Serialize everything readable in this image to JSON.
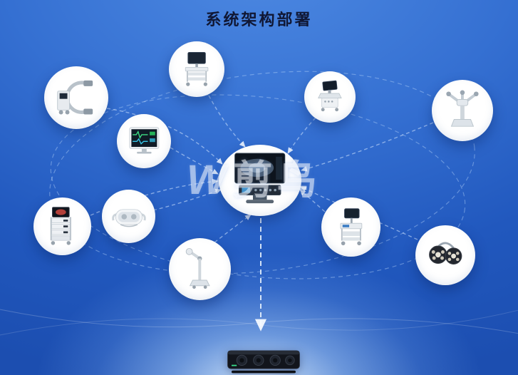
{
  "title": "系统架构部署",
  "watermark": {
    "logo": "W",
    "text": "剪鸟"
  },
  "colors": {
    "background_top": "#4d89e2",
    "background_mid": "#3570d2",
    "background_deep": "#1c4eb0",
    "bottom_glow": "#deefff",
    "connection_line": "rgba(214,232,255,0.55)",
    "orbit_line": "rgba(200,225,255,0.38)",
    "node_background": "#ffffff",
    "title_text": "#101734",
    "watermark_text": "rgba(255,255,255,0.52)"
  },
  "diagram": {
    "central_node": {
      "icon": "central-console-icon"
    },
    "outer_nodes": [
      {
        "icon": "c-arm-xray-icon"
      },
      {
        "icon": "endoscopy-cart-icon"
      },
      {
        "icon": "ultrasound-cart-icon"
      },
      {
        "icon": "surgical-robot-icon"
      },
      {
        "icon": "patient-monitor-icon"
      },
      {
        "icon": "vr-headset-icon"
      },
      {
        "icon": "endoscopy-tower-icon"
      },
      {
        "icon": "surgical-arm-icon"
      },
      {
        "icon": "medical-cart-icon"
      },
      {
        "icon": "surgical-lights-icon"
      }
    ],
    "bottom_node": {
      "icon": "rack-server-icon"
    },
    "connection_style": "dashed-curves-with-arrows-toward-center",
    "orbits": 2
  }
}
